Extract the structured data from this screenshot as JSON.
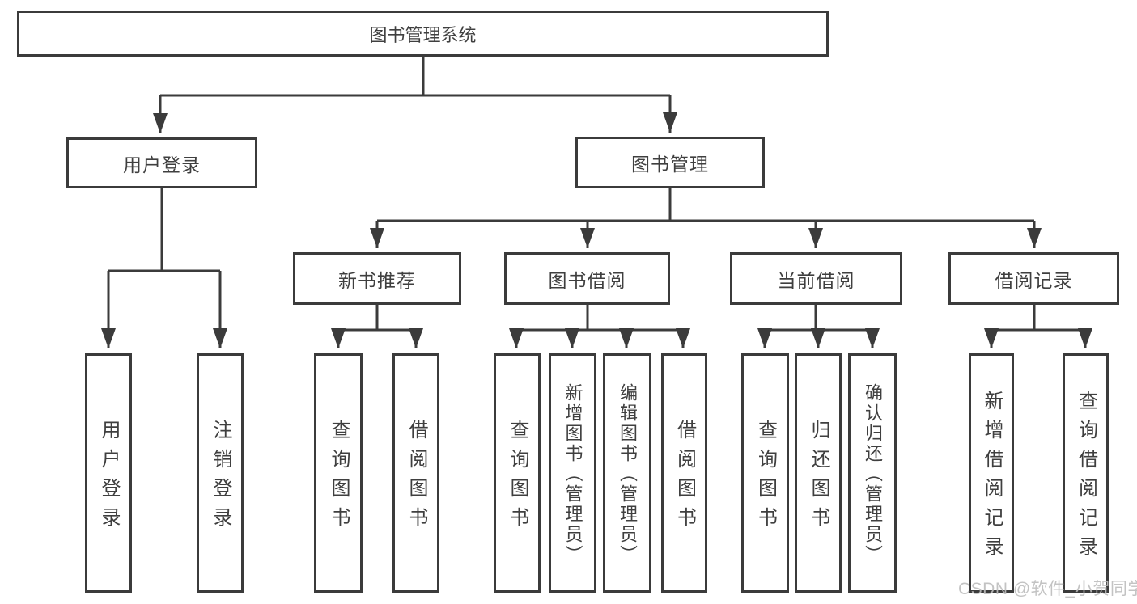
{
  "diagram": {
    "watermark": "CSDN @软件_小贺同学",
    "colors": {
      "line": "#3b3b3b",
      "text": "#3f3f3f",
      "background": "#ffffff",
      "watermark": "#bdbdbd"
    },
    "tree": {
      "root": "图书管理系统",
      "branches": [
        {
          "label": "用户登录",
          "children": [
            "用户登录",
            "注销登录"
          ]
        },
        {
          "label": "图书管理",
          "sections": [
            {
              "label": "新书推荐",
              "children": [
                "查询图书",
                "借阅图书"
              ]
            },
            {
              "label": "图书借阅",
              "children": [
                "查询图书",
                "新增图书（管理员）",
                "编辑图书（管理员）",
                "借阅图书"
              ]
            },
            {
              "label": "当前借阅",
              "children": [
                "查询图书",
                "归还图书",
                "确认归还（管理员）"
              ]
            },
            {
              "label": "借阅记录",
              "children": [
                "新增借阅记录",
                "查询借阅记录"
              ]
            }
          ]
        }
      ]
    }
  }
}
